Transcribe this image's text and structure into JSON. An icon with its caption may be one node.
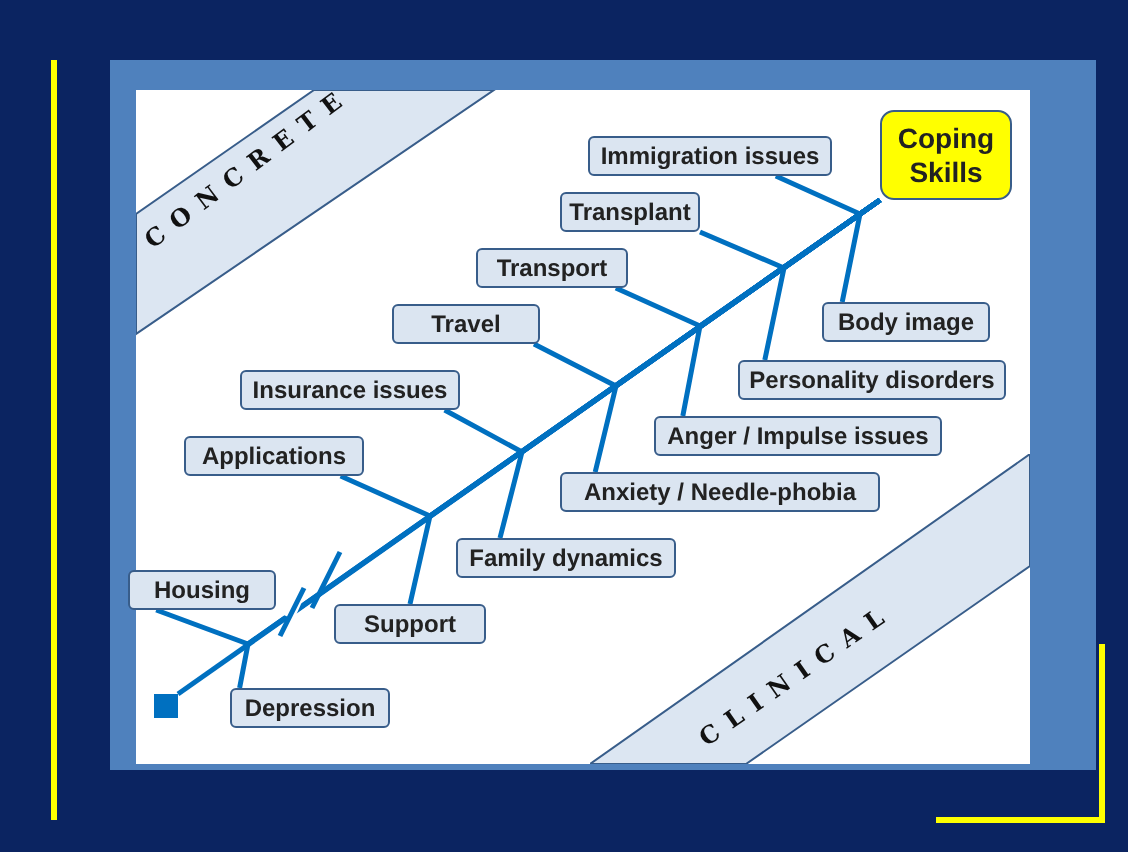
{
  "diagram": {
    "nodes": [
      {
        "text": [
          "CONCRETE"
        ]
      },
      {
        "text": [
          "Immigration issues"
        ]
      },
      {
        "text": [
          "Coping Skills"
        ]
      },
      {
        "text": [
          "Transplant"
        ]
      },
      {
        "text": [
          "Transport"
        ]
      },
      {
        "text": [
          "Travel"
        ]
      },
      {
        "text": [
          "Body image"
        ]
      },
      {
        "text": [
          "Insurance issues"
        ]
      },
      {
        "text": [
          "Personality disorders"
        ]
      },
      {
        "text": [
          "Anger / Impulse issues"
        ]
      },
      {
        "text": [
          "Applications"
        ]
      },
      {
        "text": [
          "Anxiety / Needle-phobia"
        ]
      },
      {
        "text": [
          "Family dynamics"
        ]
      },
      {
        "text": [
          "Housing"
        ]
      },
      {
        "text": [
          "Support"
        ]
      },
      {
        "text": [
          "Depression"
        ]
      },
      {
        "text": [],
        "shape": "box"
      },
      {
        "text": [
          "CLINICAL"
        ]
      }
    ],
    "edges": [
      {
        "from": 16,
        "to": 2,
        "arrow": "none"
      },
      {
        "from": 1,
        "to": 2,
        "arrow": "none"
      },
      {
        "from": 6,
        "to": 2,
        "arrow": "none"
      },
      {
        "from": 3,
        "to": 2,
        "arrow": "none"
      },
      {
        "from": 8,
        "to": 2,
        "arrow": "none"
      },
      {
        "from": 4,
        "to": 2,
        "arrow": "none"
      },
      {
        "from": 9,
        "to": 2,
        "arrow": "none"
      },
      {
        "from": 5,
        "to": 2,
        "arrow": "none"
      },
      {
        "from": 11,
        "to": 2,
        "arrow": "none"
      },
      {
        "from": 7,
        "to": 2,
        "arrow": "none"
      },
      {
        "from": 12,
        "to": 2,
        "arrow": "none"
      },
      {
        "from": 10,
        "to": 2,
        "arrow": "none"
      },
      {
        "from": 14,
        "to": 2,
        "arrow": "none"
      },
      {
        "from": 13,
        "to": 2,
        "arrow": "none"
      },
      {
        "from": 15,
        "to": 2,
        "arrow": "none"
      }
    ]
  }
}
